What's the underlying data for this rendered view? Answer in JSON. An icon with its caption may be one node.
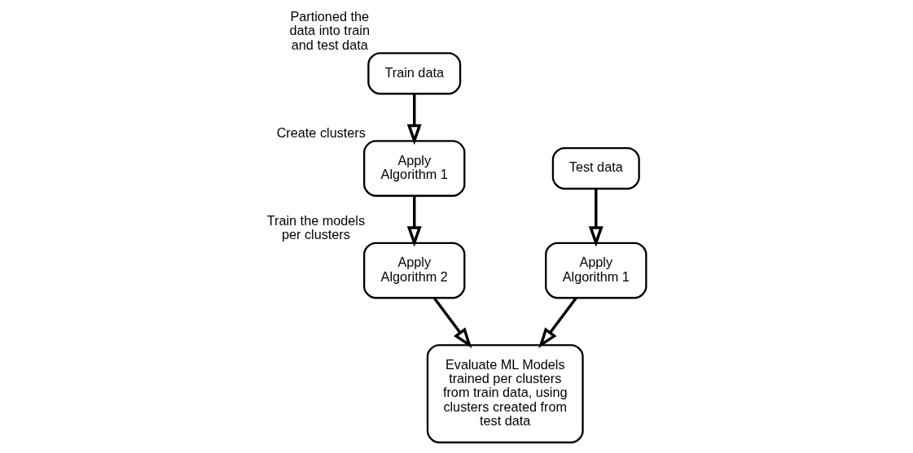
{
  "diagram": {
    "nodes": [
      {
        "text": [
          "Train data"
        ],
        "beside": [
          "Partioned the data into train and test data"
        ]
      },
      {
        "text": [
          "Apply Algorithm 1"
        ],
        "beside": [
          "Create clusters"
        ]
      },
      {
        "text": [
          "Apply Algorithm 2"
        ],
        "beside": [
          "Train the models per clusters"
        ]
      },
      {
        "text": [
          "Test data"
        ]
      },
      {
        "text": [
          "Apply Algorithm 1"
        ]
      },
      {
        "text": [
          "Evaluate ML Models trained per clusters from train data, using clusters created from test data"
        ]
      }
    ],
    "edges": [
      {
        "from": 0,
        "to": 1,
        "arrow": "to"
      },
      {
        "from": 1,
        "to": 2,
        "arrow": "to"
      },
      {
        "from": 2,
        "to": 5,
        "arrow": "to"
      },
      {
        "from": 3,
        "to": 4,
        "arrow": "to"
      },
      {
        "from": 4,
        "to": 5,
        "arrow": "to"
      }
    ]
  }
}
